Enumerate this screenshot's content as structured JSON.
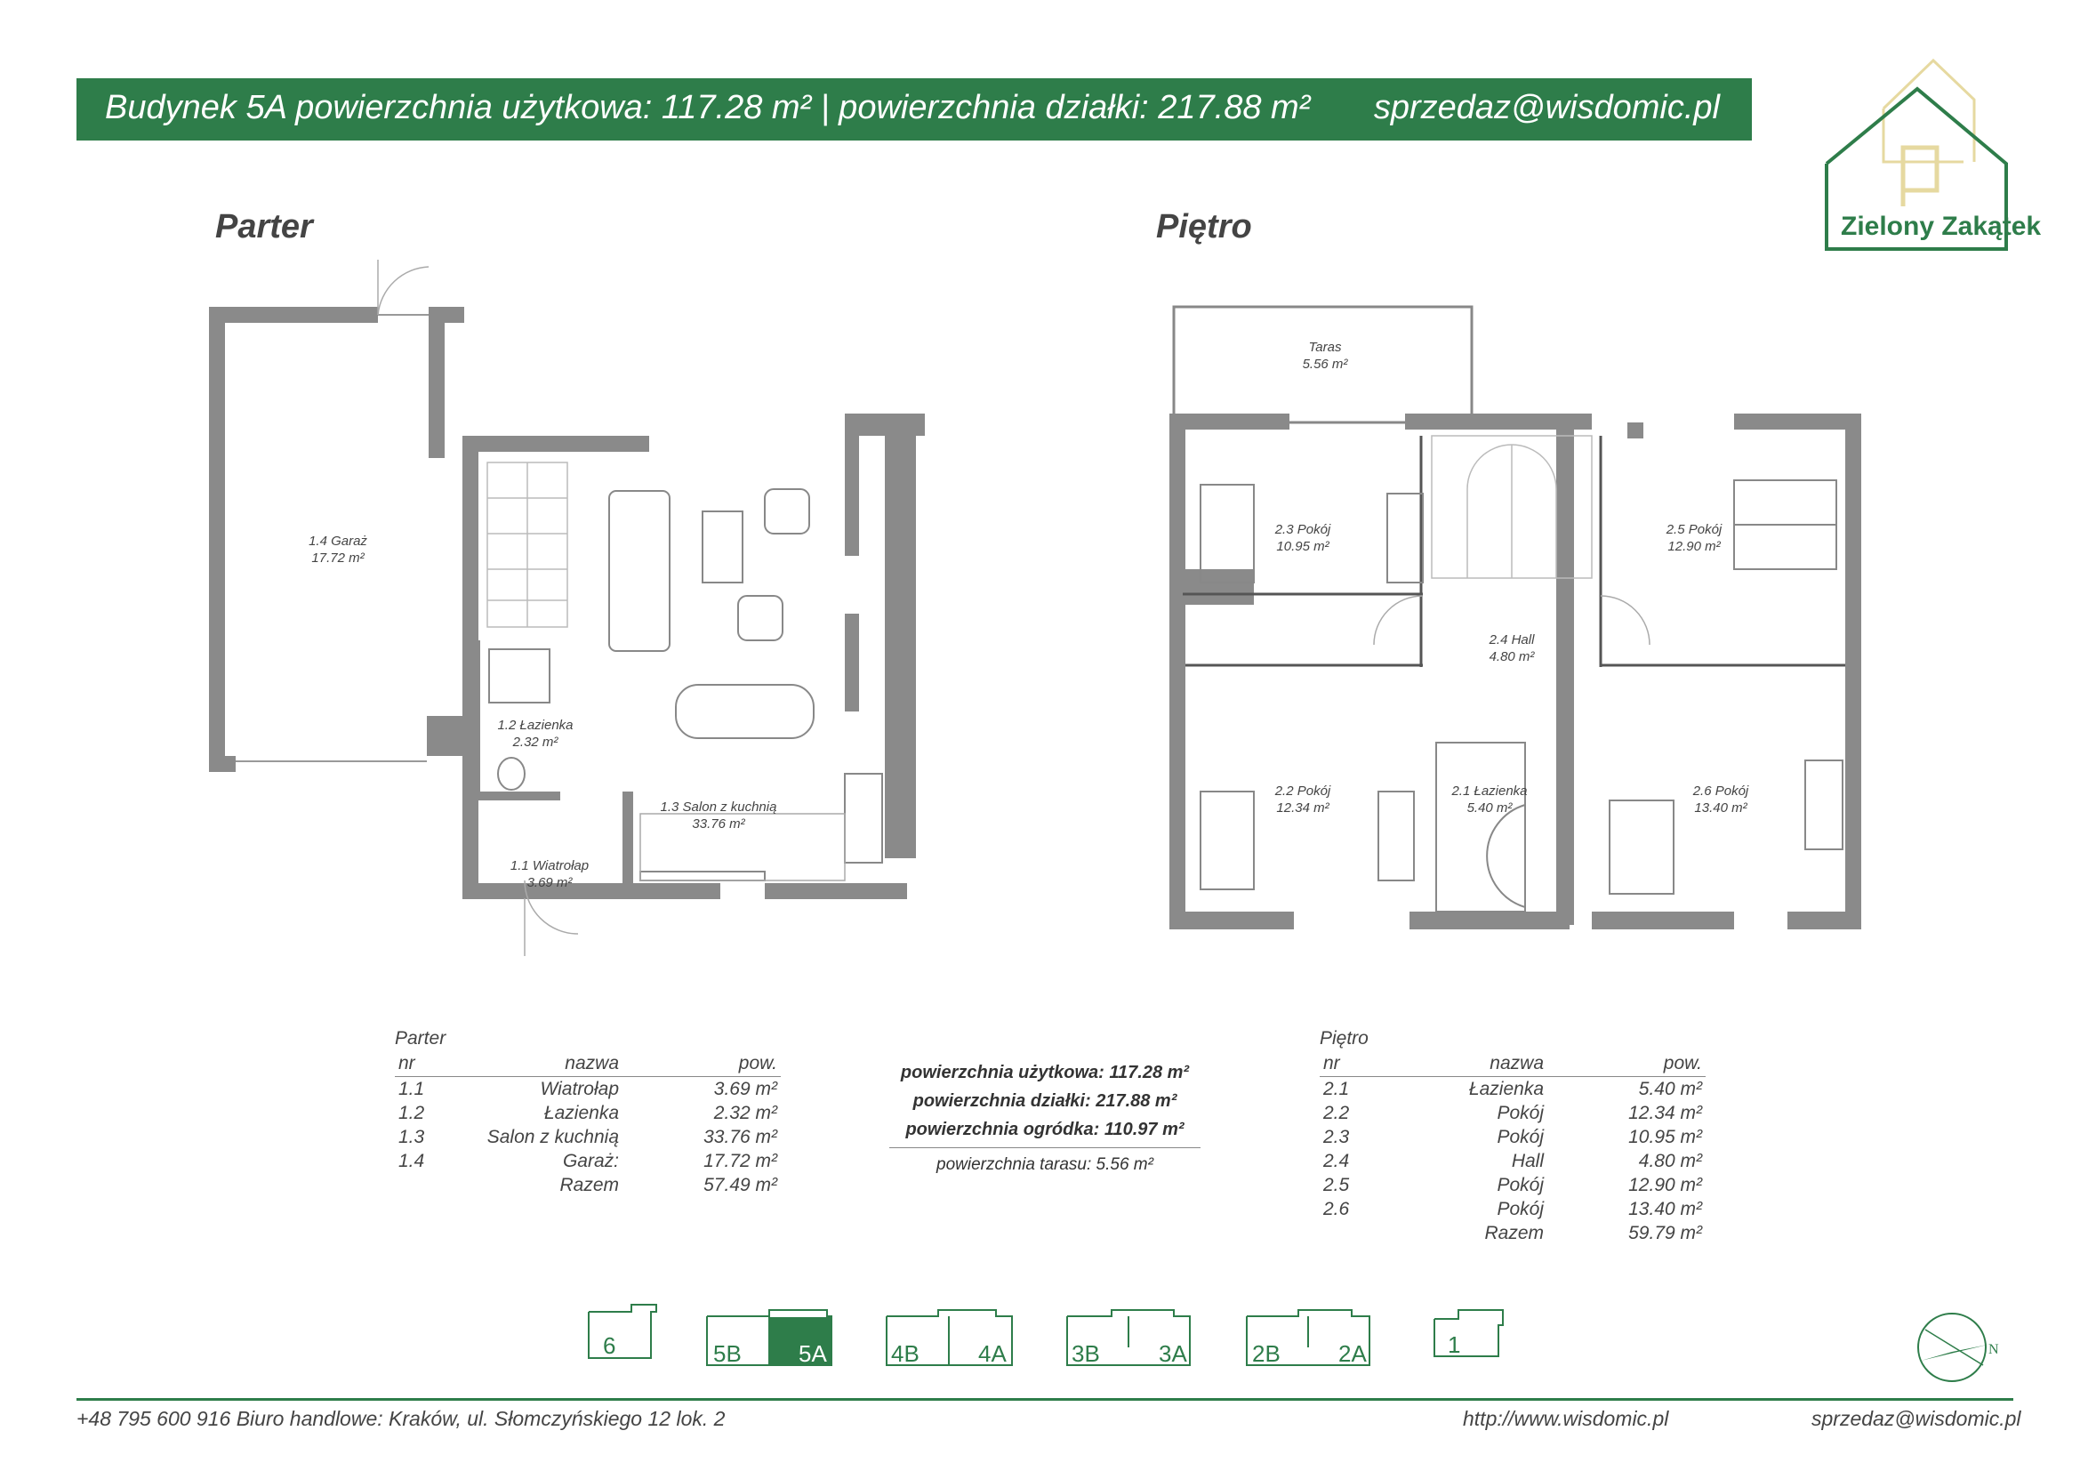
{
  "header": {
    "title": "Budynek 5A powierzchnia użytkowa: 117.28 m² | powierzchnia działki: 217.88 m²",
    "email": "sprzedaz@wisdomic.pl"
  },
  "logo": {
    "name": "Zielony Zakątek"
  },
  "floors": {
    "ground_title": "Parter",
    "upper_title": "Piętro"
  },
  "ground_rooms": [
    {
      "label": "1.4 Garaż",
      "area": "17.72 m²"
    },
    {
      "label": "1.2 Łazienka",
      "area": "2.32 m²"
    },
    {
      "label": "1.3 Salon z kuchnią",
      "area": "33.76 m²"
    },
    {
      "label": "1.1 Wiatrołap",
      "area": "3.69 m²"
    }
  ],
  "upper_rooms": [
    {
      "label": "Taras",
      "area": "5.56 m²"
    },
    {
      "label": "2.3 Pokój",
      "area": "10.95 m²"
    },
    {
      "label": "2.5 Pokój",
      "area": "12.90 m²"
    },
    {
      "label": "2.4 Hall",
      "area": "4.80 m²"
    },
    {
      "label": "2.2 Pokój",
      "area": "12.34 m²"
    },
    {
      "label": "2.1 Łazienka",
      "area": "5.40 m²"
    },
    {
      "label": "2.6 Pokój",
      "area": "13.40 m²"
    }
  ],
  "ground_table": {
    "caption": "Parter",
    "headers": [
      "nr",
      "nazwa",
      "pow."
    ],
    "rows": [
      [
        "1.1",
        "Wiatrołap",
        "3.69 m²"
      ],
      [
        "1.2",
        "Łazienka",
        "2.32 m²"
      ],
      [
        "1.3",
        "Salon z kuchnią",
        "33.76 m²"
      ],
      [
        "1.4",
        "Garaż:",
        "17.72 m²"
      ],
      [
        "",
        "Razem",
        "57.49 m²"
      ]
    ]
  },
  "upper_table": {
    "caption": "Piętro",
    "headers": [
      "nr",
      "nazwa",
      "pow."
    ],
    "rows": [
      [
        "2.1",
        "Łazienka",
        "5.40  m²"
      ],
      [
        "2.2",
        "Pokój",
        "12.34 m²"
      ],
      [
        "2.3",
        "Pokój",
        "10.95 m²"
      ],
      [
        "2.4",
        "Hall",
        "4.80 m²"
      ],
      [
        "2.5",
        "Pokój",
        "12.90 m²"
      ],
      [
        "2.6",
        "Pokój",
        "13.40 m²"
      ],
      [
        "",
        "Razem",
        "59.79 m²"
      ]
    ]
  },
  "summary": {
    "line1": "powierzchnia użytkowa: 117.28 m²",
    "line2": "powierzchnia działki: 217.88 m²",
    "line3": "powierzchnia ogródka: 110.97 m²",
    "line4": "powierzchnia tarasu: 5.56 m²"
  },
  "site_map": {
    "units": [
      "6",
      "5B",
      "5A",
      "4B",
      "4A",
      "3B",
      "3A",
      "2B",
      "2A",
      "1"
    ],
    "selected": "5A"
  },
  "compass": {
    "label": "N"
  },
  "footer": {
    "contact": "+48 795 600 916 Biuro handlowe: Kraków, ul. Słomczyńskiego 12 lok. 2",
    "website": "http://www.wisdomic.pl",
    "email": "sprzedaz@wisdomic.pl"
  },
  "colors": {
    "brand": "#2e7d4a",
    "wall": "#8a8a8a",
    "gold": "#e6d9a0"
  }
}
